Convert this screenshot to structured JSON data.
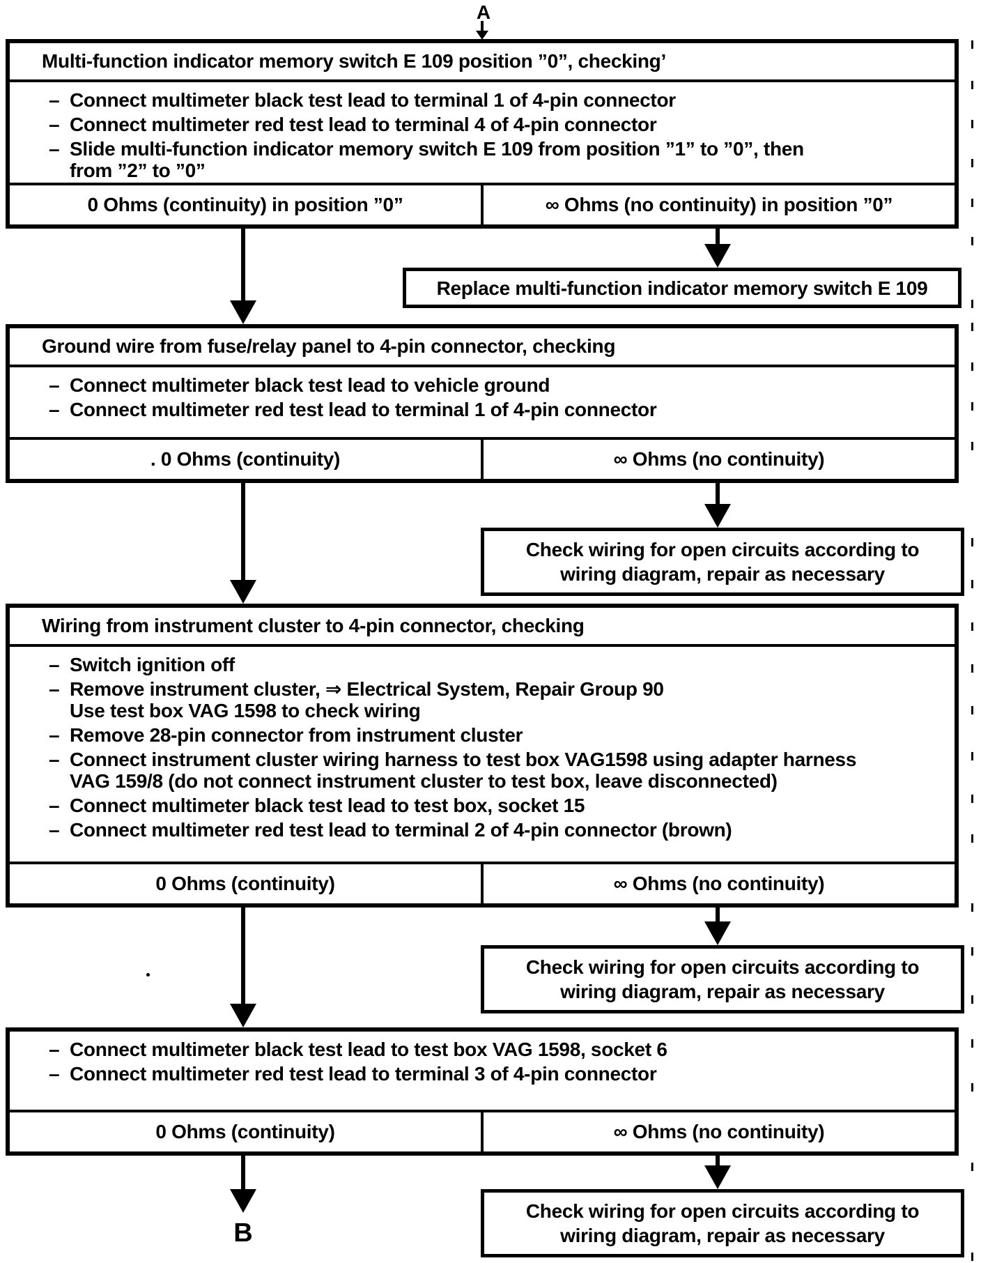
{
  "connectors": {
    "top": "A",
    "bottom": "B"
  },
  "marker": "–",
  "steps": [
    {
      "title": "Multi-function indicator memory switch E 109 position ”0”, checking’",
      "bullets": [
        "Connect multimeter black test lead to terminal 1 of 4-pin connector",
        "Connect multimeter red test lead to terminal 4 of 4-pin connector",
        "Slide multi-function indicator memory switch E 109 from position ”1” to ”0”, then\nfrom ”2” to ”0”"
      ],
      "left_result": "0 Ohms (continuity) in position ”0”",
      "right_result": "∞ Ohms (no continuity) in position ”0”",
      "right_action": "Replace multi-function indicator memory switch E 109"
    },
    {
      "title": "Ground wire from fuse/relay panel to 4-pin connector, checking",
      "bullets": [
        "Connect multimeter black test lead to vehicle ground",
        "Connect multimeter red test lead to terminal 1 of 4-pin connector"
      ],
      "left_result": ". 0 Ohms (continuity)",
      "right_result": "∞ Ohms (no continuity)",
      "right_action": "Check wiring for open circuits according to\nwiring diagram, repair as necessary"
    },
    {
      "title": "Wiring from instrument cluster to 4-pin connector, checking",
      "bullets": [
        "Switch ignition off",
        "Remove instrument cluster, ⇒ Electrical System, Repair Group 90\nUse test box VAG 1598 to check wiring",
        "Remove 28-pin connector from instrument cluster",
        "Connect instrument cluster wiring harness to test box VAG1598 using adapter harness\nVAG 159/8 (do not connect instrument cluster to test box, leave disconnected)",
        "Connect multimeter black test lead to test box, socket 15",
        "Connect multimeter red test lead to terminal 2 of 4-pin connector (brown)"
      ],
      "left_result": "0 Ohms (continuity)",
      "right_result": "∞ Ohms (no continuity)",
      "right_action": "Check wiring for open circuits according to\nwiring diagram, repair as necessary"
    },
    {
      "title": null,
      "bullets": [
        "Connect multimeter black test lead to test box VAG 1598, socket 6",
        "Connect multimeter red test lead to terminal 3 of 4-pin connector"
      ],
      "left_result": "0 Ohms (continuity)",
      "right_result": "∞ Ohms (no continuity)",
      "right_action": "Check wiring for open circuits according to\nwiring diagram, repair as necessary"
    }
  ]
}
